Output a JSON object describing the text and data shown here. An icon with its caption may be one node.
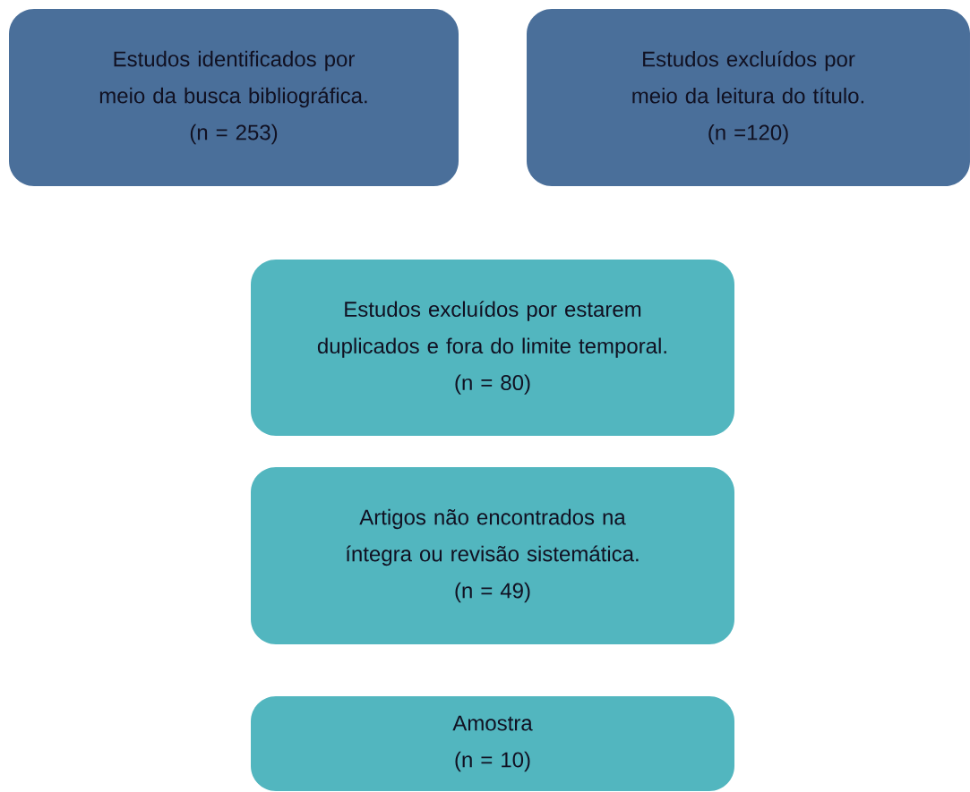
{
  "diagram": {
    "nodes": [
      {
        "text": [
          "Estudos identificados por meio da busca bibliográfica.",
          "(n = 253)"
        ]
      },
      {
        "text": [
          "Estudos excluídos por meio da leitura do título.",
          "(n =120)"
        ]
      },
      {
        "text": [
          "Estudos excluídos por estarem duplicados e fora do limite temporal.",
          "(n = 80)"
        ]
      },
      {
        "text": [
          "Artigos não encontrados na íntegra ou revisão sistemática.",
          "(n = 49)"
        ]
      },
      {
        "text": [
          "Amostra",
          "(n = 10)"
        ]
      }
    ]
  }
}
